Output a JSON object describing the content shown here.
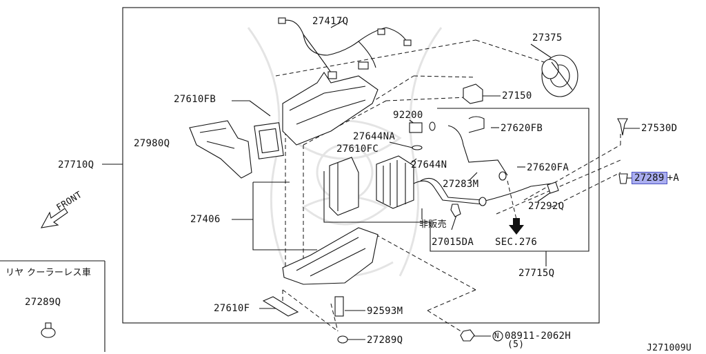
{
  "diagram_id": "J271009U",
  "direction_label": "FRONT",
  "section_ref": "SEC.276",
  "not_for_sale": "非販売",
  "inset": {
    "title": "リヤ クーラーレス車",
    "part": "27289Q"
  },
  "callouts": {
    "p27417Q": "27417Q",
    "p27375": "27375",
    "p27610FB": "27610FB",
    "p27150": "27150",
    "p27980Q": "27980Q",
    "p92200": "92200",
    "p27644NA": "27644NA",
    "p27620FB": "27620FB",
    "p27530D": "27530D",
    "p27610FC": "27610FC",
    "p27710Q": "27710Q",
    "p27644N": "27644N",
    "p27620FA": "27620FA",
    "p27289_highlight": "27289",
    "p27289_suffix": "+A",
    "p27283M": "27283M",
    "p27292Q": "27292Q",
    "p27406": "27406",
    "p27015DA": "27015DA",
    "p27715Q": "27715Q",
    "p27610F": "27610F",
    "p92593M": "92593M",
    "p27289Q": "27289Q",
    "p08911_circle": "N",
    "p08911": "08911-2062H",
    "p08911_qty": "(5)"
  }
}
